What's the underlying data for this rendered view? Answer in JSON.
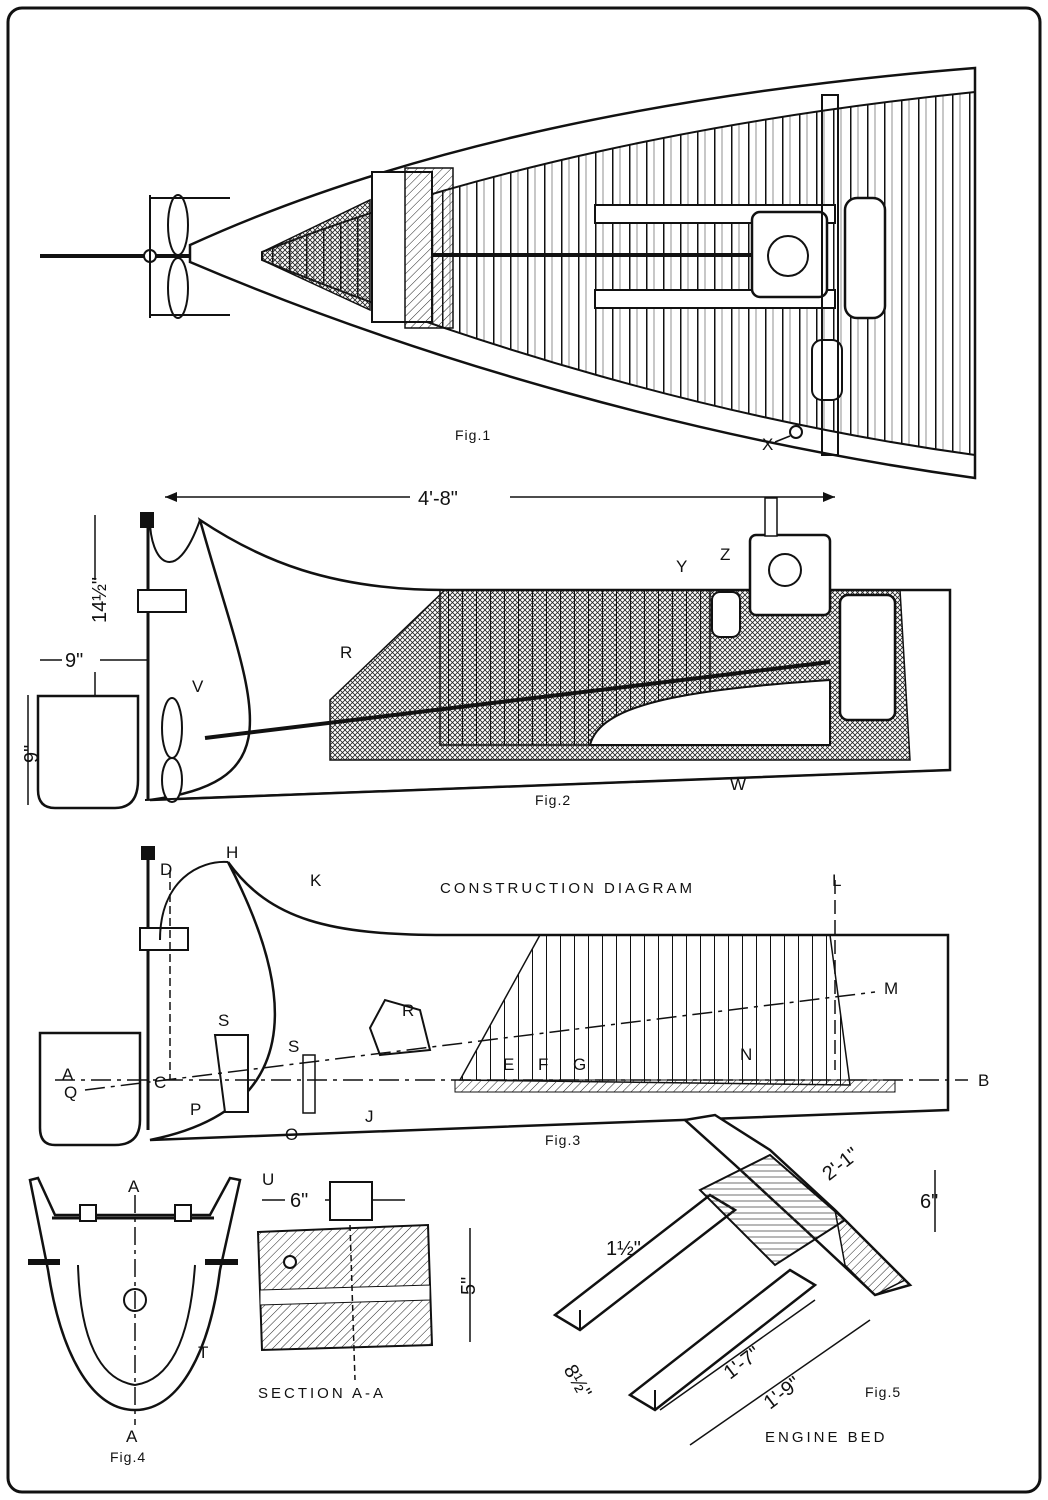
{
  "figures": {
    "fig1": {
      "caption": "Fig.1",
      "label_x": "X"
    },
    "fig2": {
      "caption": "Fig.2",
      "dim_length": "4'-8\"",
      "dim_height": "14½\"",
      "dim_offset": "9\"",
      "dim_rudder": "9\"",
      "labels": {
        "r": "R",
        "v": "V",
        "w": "W",
        "y": "Y",
        "z": "Z"
      }
    },
    "fig3": {
      "caption": "Fig.3",
      "title": "CONSTRUCTION DIAGRAM",
      "labels": {
        "a": "A",
        "b": "B",
        "c": "C",
        "d": "D",
        "e": "E",
        "f": "F",
        "g": "G",
        "h": "H",
        "j": "J",
        "k": "K",
        "l": "L",
        "m": "M",
        "n": "N",
        "o": "O",
        "p": "P",
        "q": "Q",
        "r": "R",
        "s1": "S",
        "s2": "S"
      }
    },
    "fig4": {
      "caption": "Fig.4",
      "label_a_top": "A",
      "label_a_bottom": "A",
      "label_t": "T",
      "label_u": "U"
    },
    "section": {
      "caption": "SECTION A-A",
      "dim_width": "6\"",
      "dim_height": "5\""
    },
    "fig5": {
      "caption": "Fig.5",
      "subtitle": "ENGINE BED",
      "dim_total": "2'-1\"",
      "dim_height": "6\"",
      "dim_thick": "1½\"",
      "dim_width": "8½\"",
      "dim_inner": "1'-7\"",
      "dim_outer": "1'-9\""
    }
  }
}
